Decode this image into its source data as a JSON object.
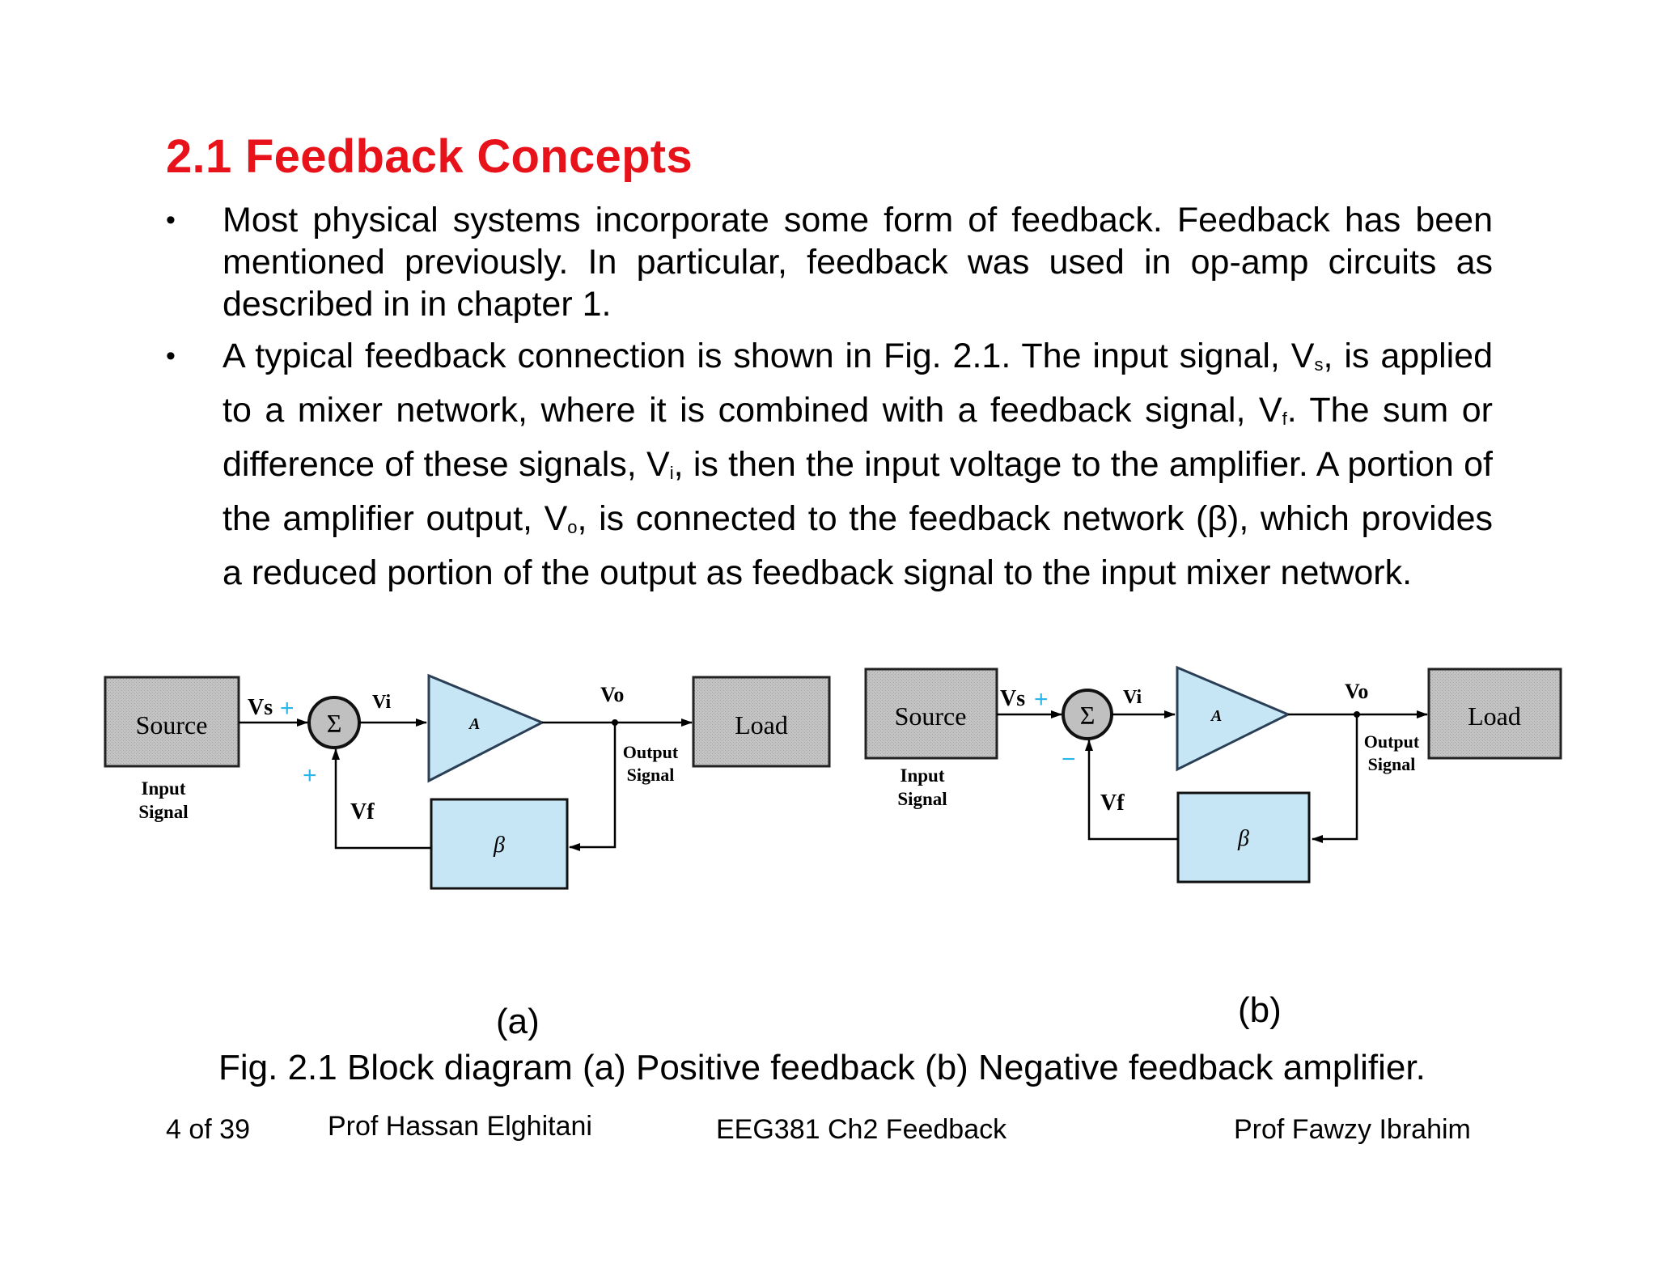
{
  "slide": {
    "title": "2.1  Feedback Concepts",
    "bullets": [
      {
        "text": "Most physical systems incorporate some form of feedback. Feedback has been mentioned previously. In particular, feedback was used in op-amp circuits as described in in chapter 1."
      },
      {
        "seg1": "A typical feedback connection is shown in Fig. 2.1. The input signal, V",
        "sub1": "s",
        "seg2": ", is applied to a mixer network, where it is combined with a feedback signal, V",
        "sub2": "f",
        "seg3": ". The sum or difference of these signals, V",
        "sub3": "i",
        "seg4": ", is then the input voltage to the amplifier. A portion of the amplifier output, V",
        "sub4": "o",
        "seg5": ", is connected to the feedback network (β), which provides a reduced portion of the output as feedback signal to the input mixer network."
      }
    ]
  },
  "diagram_a": {
    "source": "Source",
    "input_signal_1": "Input",
    "input_signal_2": "Signal",
    "vs": "Vs",
    "vs_sign": "+",
    "vf_sign": "+",
    "sigma": "Σ",
    "vi": "Vi",
    "amp": "A",
    "vo": "Vo",
    "output_signal_1": "Output",
    "output_signal_2": "Signal",
    "load": "Load",
    "vf": "Vf",
    "beta": "β"
  },
  "diagram_b": {
    "source": "Source",
    "input_signal_1": "Input",
    "input_signal_2": "Signal",
    "vs": "Vs",
    "vs_sign": "+",
    "vf_sign": "−",
    "sigma": "Σ",
    "vi": "Vi",
    "amp": "A",
    "vo": "Vo",
    "output_signal_1": "Output",
    "output_signal_2": "Signal",
    "load": "Load",
    "vf": "Vf",
    "beta": "β"
  },
  "captions": {
    "a": "(a)",
    "b": "(b)",
    "figure": "Fig. 2.1 Block diagram (a) Positive feedback (b) Negative feedback amplifier."
  },
  "footer": {
    "page": "4 of 39",
    "author1": "Prof  Hassan Elghitani",
    "course": "EEG381  Ch2 Feedback",
    "author2": "Prof  Fawzy Ibrahim"
  },
  "colors": {
    "title": "#e8121a",
    "block_gray": "#bdbdbd",
    "block_blue": "#c7e6f5",
    "sign_blue": "#29b6e8"
  }
}
